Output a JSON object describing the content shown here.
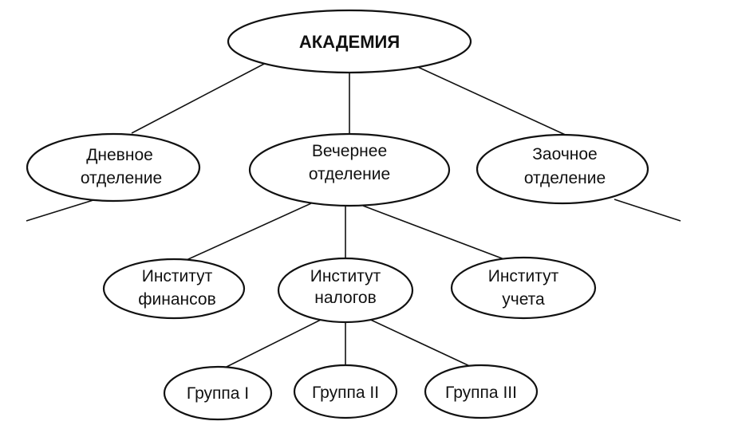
{
  "diagram": {
    "root": {
      "lines": [
        "АКАДЕМИЯ"
      ]
    },
    "departments": [
      {
        "lines": [
          "Дневное",
          "отделение"
        ]
      },
      {
        "lines": [
          "Вечернее",
          "отделение"
        ]
      },
      {
        "lines": [
          "Заочное",
          "отделение"
        ]
      }
    ],
    "institutes": [
      {
        "lines": [
          "Институт",
          "финансов"
        ]
      },
      {
        "lines": [
          "Институт",
          "налогов"
        ]
      },
      {
        "lines": [
          "Институт",
          "учета"
        ]
      }
    ],
    "groups": [
      {
        "lines": [
          "Группа I"
        ]
      },
      {
        "lines": [
          "Группа II"
        ]
      },
      {
        "lines": [
          "Группа III"
        ]
      }
    ]
  }
}
